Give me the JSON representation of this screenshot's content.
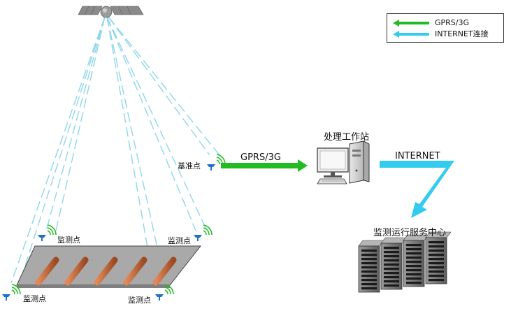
{
  "legend": {
    "gprs_label": "GPRS/3G",
    "internet_label": "INTERNET连接",
    "gprs_color": "#22bb22",
    "internet_color": "#33ccee"
  },
  "satellite": {
    "icon": "satellite-icon"
  },
  "reference_station": {
    "label": "基准点"
  },
  "links": {
    "gprs_label": "GPRS/3G",
    "internet_label": "INTERNET"
  },
  "workstation": {
    "label": "处理工作站"
  },
  "service_center": {
    "label": "监测运行服务中心"
  },
  "monitoring_points": [
    {
      "label": "监测点"
    },
    {
      "label": "监测点"
    },
    {
      "label": "监测点"
    },
    {
      "label": "监测点"
    }
  ],
  "colors": {
    "platform": "#a9a9a9",
    "pipe": "#c8643a",
    "beam": "#8fd6ec",
    "server": "#777777"
  }
}
